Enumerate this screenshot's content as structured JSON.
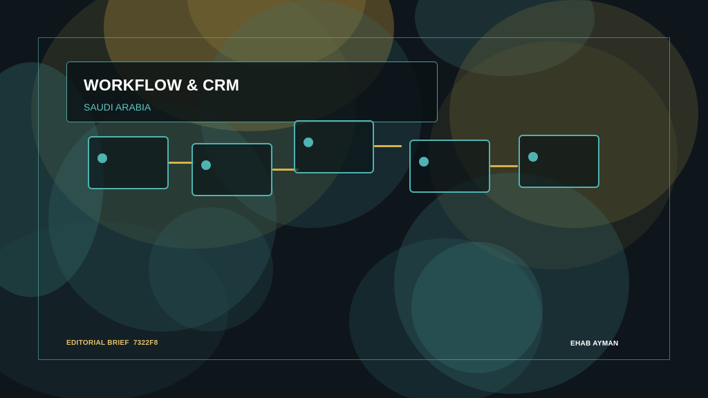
{
  "title": "WORKFLOW & CRM",
  "subtitle": "SAUDI ARABIA",
  "footer": {
    "label": "EDITORIAL BRIEF",
    "code": "7322F8",
    "author": "EHAB AYMAN"
  },
  "colors": {
    "accent": "#4fb3b1",
    "connector": "#d6b24a",
    "subtitle": "#5cc3c1",
    "footer_label": "#e2c06a"
  }
}
